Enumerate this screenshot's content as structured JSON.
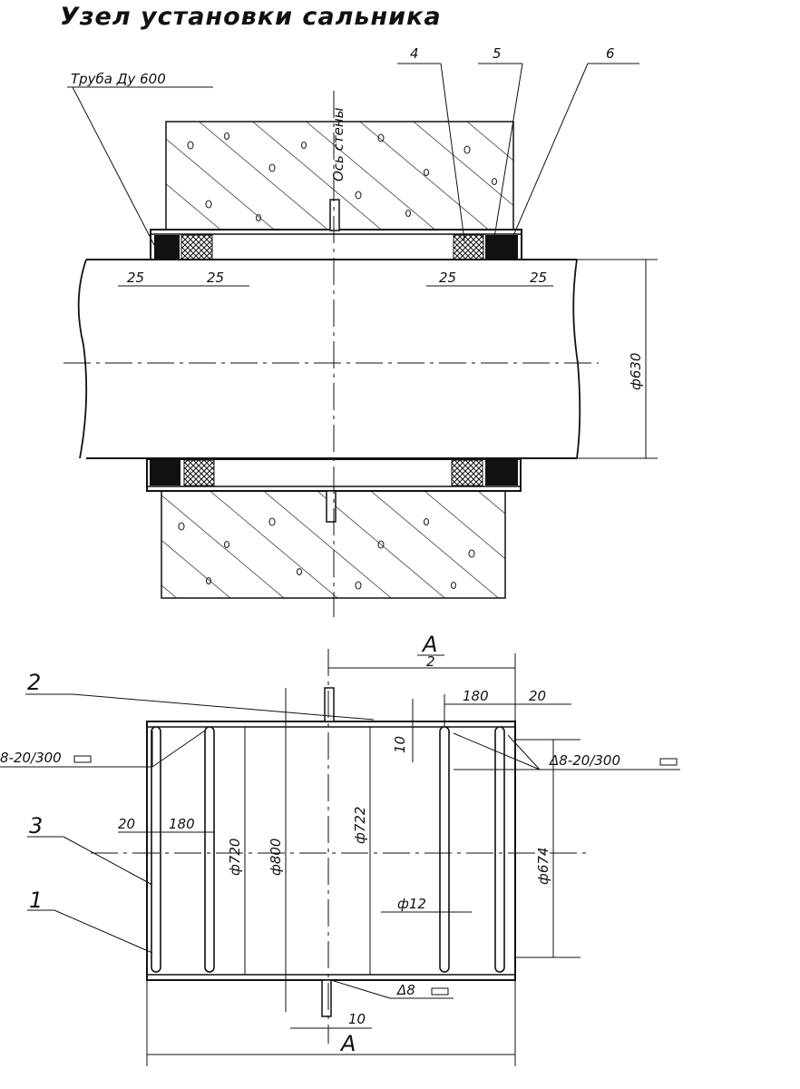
{
  "title": "Узел установки сальника",
  "top_view": {
    "pipe_label": "Труба Ду 600",
    "wall_axis_label": "Ось стены",
    "callouts": [
      "4",
      "5",
      "6"
    ],
    "dims": {
      "left_outer": "25",
      "left_inner": "25",
      "right_inner": "25",
      "right_outer": "25",
      "pipe_diameter": "ф630"
    }
  },
  "bottom_view": {
    "callouts": [
      "2",
      "3",
      "1"
    ],
    "dims": {
      "half_length_num": "A",
      "half_length_den": "2",
      "length": "A",
      "ring_offset_right": "180",
      "edge_right": "20",
      "edge_left": "20",
      "ring_offset_left": "180",
      "sleeve_wall": "10",
      "rib_thickness": "10",
      "d720": "ф720",
      "d800": "ф800",
      "d722": "ф722",
      "d674": "ф674",
      "d12": "ф12"
    },
    "welds": {
      "left": "8-20/300",
      "right": "Δ8-20/300",
      "bottom": "Δ8"
    }
  }
}
